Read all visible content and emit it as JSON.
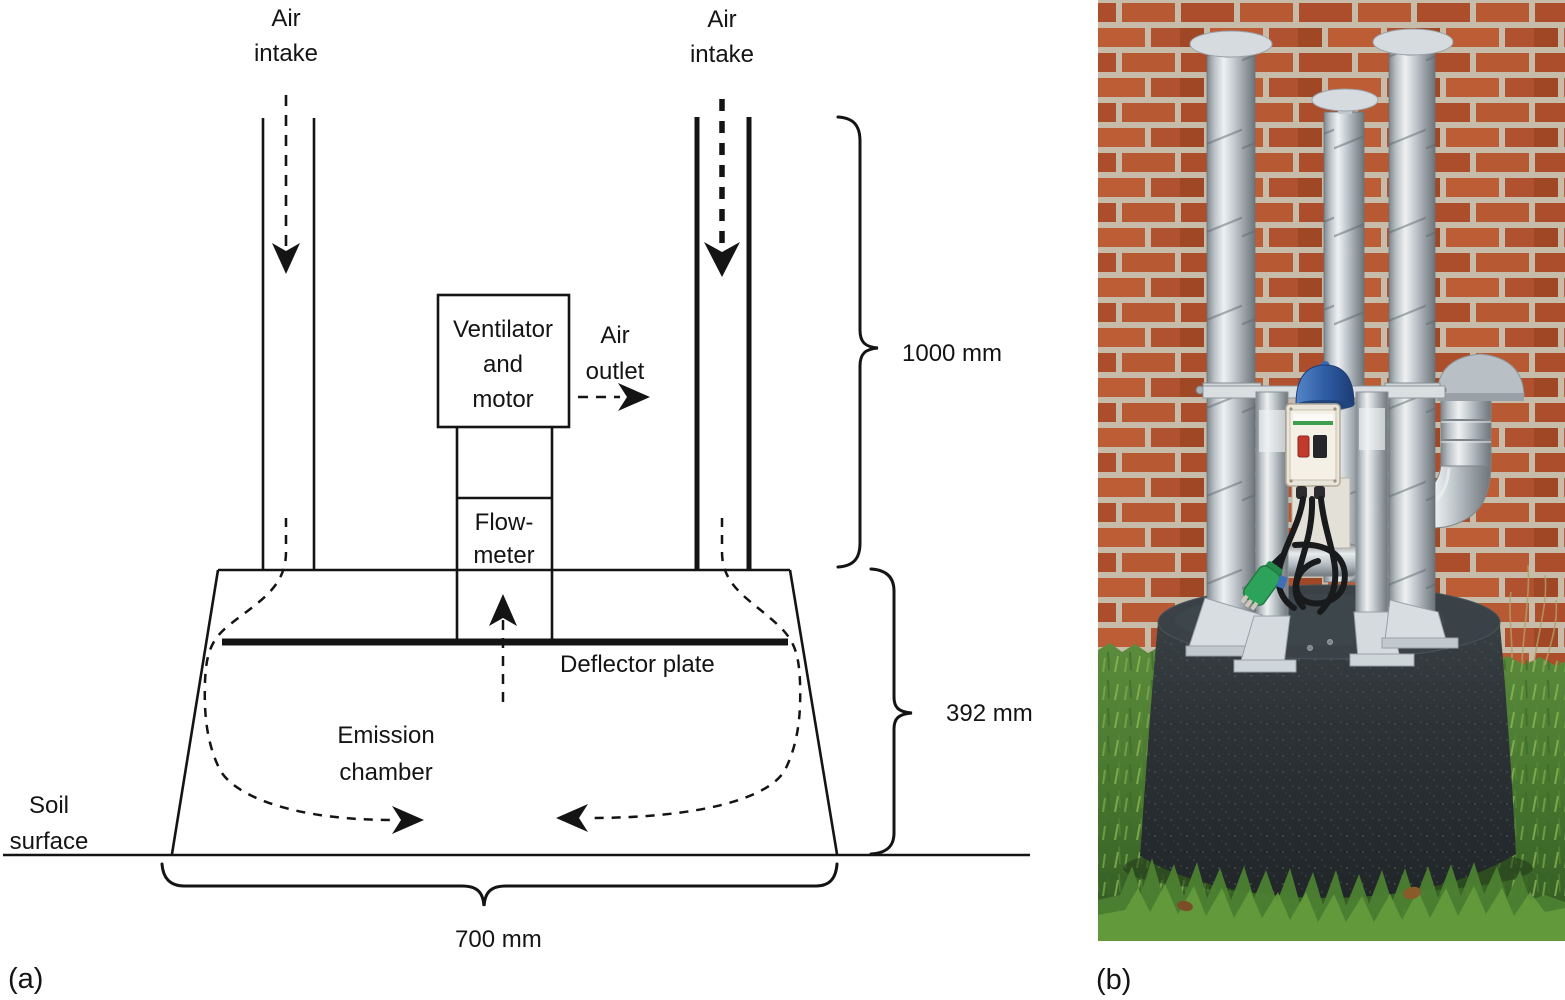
{
  "figure": {
    "panel_a_tag": "(a)",
    "panel_b_tag": "(b)"
  },
  "diagram": {
    "air_intake_left": [
      "Air",
      "intake"
    ],
    "air_intake_right": [
      "Air",
      "intake"
    ],
    "ventilator": [
      "Ventilator",
      "and",
      "motor"
    ],
    "air_outlet": [
      "Air",
      "outlet"
    ],
    "flow_meter": [
      "Flow-",
      "meter"
    ],
    "deflector_plate": "Deflector plate",
    "emission_chamber": [
      "Emission",
      "chamber"
    ],
    "soil_surface": [
      "Soil",
      "surface"
    ],
    "dim_height_pipes": "1000 mm",
    "dim_height_chamber": "392 mm",
    "dim_width_chamber": "700 mm",
    "line_color": "#141414",
    "background": "#ffffff"
  },
  "photo": {
    "alt": "Emission chamber prototype: three galvanized spiral ducts with rain caps on a dark dome base standing on grass in front of a red brick wall; blue motor, control box, cables and green power plug in the centre; outlet elbow duct with cap on the right",
    "colors": {
      "brick": "#ac4e2b",
      "mortar": "#c7bcaa",
      "duct_metal": "#c6cdd1",
      "dome": "#2c3236",
      "grass": "#47762e",
      "motor_blue": "#2f5da5",
      "plug_green": "#2ca25b",
      "control_box": "#eae5da"
    }
  }
}
